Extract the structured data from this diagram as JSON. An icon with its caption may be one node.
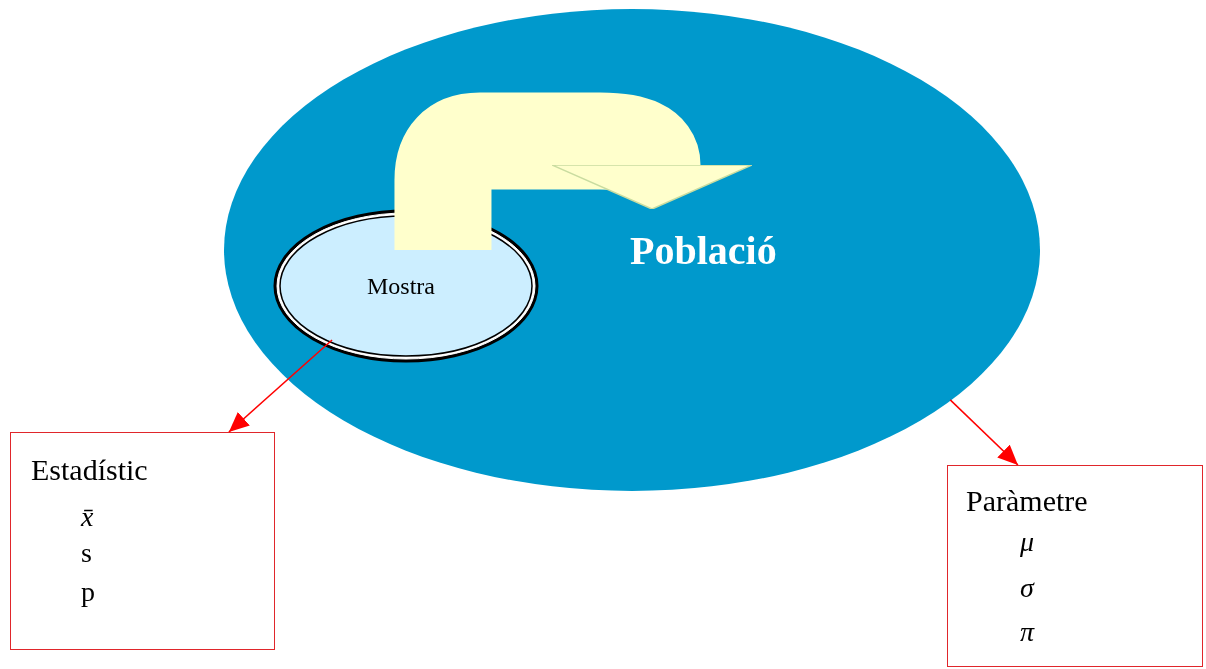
{
  "diagram": {
    "nodes": [
      {
        "text": [
          "Població"
        ]
      },
      {
        "text": [
          "Mostra"
        ],
        "in": 0
      },
      {
        "text": [
          "Estadístic",
          "x̄",
          "s",
          "p"
        ]
      },
      {
        "text": [
          "Paràmetre",
          "μ",
          "σ",
          "π"
        ]
      }
    ],
    "edges": [
      {
        "from": 1,
        "to": 0,
        "arrow": "to",
        "style": "thick",
        "color": "#ffffcc"
      },
      {
        "from": 1,
        "to": 2,
        "arrow": "to",
        "color": "#ff0000"
      },
      {
        "from": 0,
        "to": 3,
        "arrow": "to",
        "color": "#ff0000"
      }
    ]
  }
}
